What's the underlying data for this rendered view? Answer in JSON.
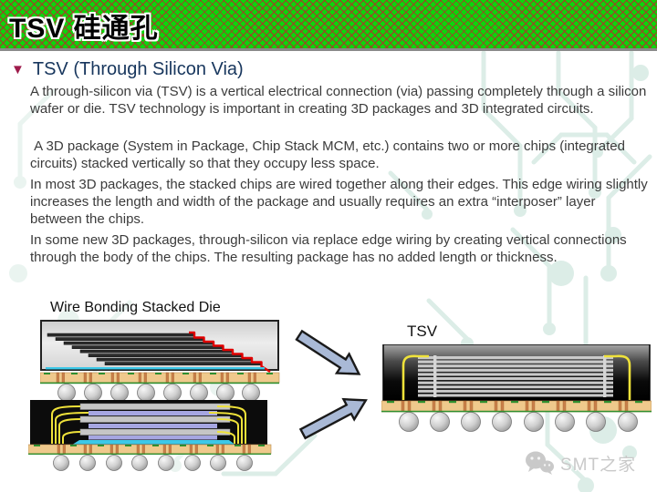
{
  "slide": {
    "title_bar": {
      "title": "TSV 硅通孔"
    },
    "heading": {
      "bullet": "▼",
      "text": "TSV (Through Silicon Via)"
    },
    "paragraphs": [
      "A through-silicon via (TSV) is a vertical electrical connection (via) passing completely through a silicon wafer or die. TSV technology is important in creating 3D packages and 3D integrated circuits.",
      " A 3D package (System in Package, Chip Stack MCM, etc.) contains two or more chips (integrated circuits) stacked vertically so that they occupy less space.",
      "In most 3D packages, the stacked chips are wired together along their edges. This edge wiring slightly increases the length and width of the package and usually requires an extra “interposer” layer between the chips.",
      "In some new 3D packages, through-silicon via replace edge wiring by creating vertical connections through the body of the chips. The resulting package has no added length or thickness."
    ],
    "diagrams": {
      "wire_bond_label": "Wire Bonding Stacked Die",
      "tsv_label": "TSV"
    },
    "watermark": {
      "text": "SMT之家"
    }
  },
  "colors": {
    "titlebar-green": "#0BD60B",
    "titlebar-lattice": "#A83A28",
    "title-text": "#000000",
    "heading-navy": "#17365D",
    "bullet-maroon": "#9E1B4B",
    "body-text": "#3B3B3B",
    "label-text": "#111111",
    "arrow-fill": "#A9B9D6",
    "circuit-trace": "#DCEDE7",
    "mold-black": "#0C0C0C",
    "die-dark": "#2B2B2B",
    "wire-red": "#E00000",
    "wire-yellow": "#EFE23A",
    "spacer-lavender": "#A6A6E2",
    "die-attach-cyan": "#3CC8E8",
    "substrate-tan": "#EFC98C",
    "via-copper": "#C9804A",
    "solder-mask-green": "#2F8F2F",
    "ball-gray": "#CCCCCC",
    "watermark-gray": "#C9C9C9"
  }
}
